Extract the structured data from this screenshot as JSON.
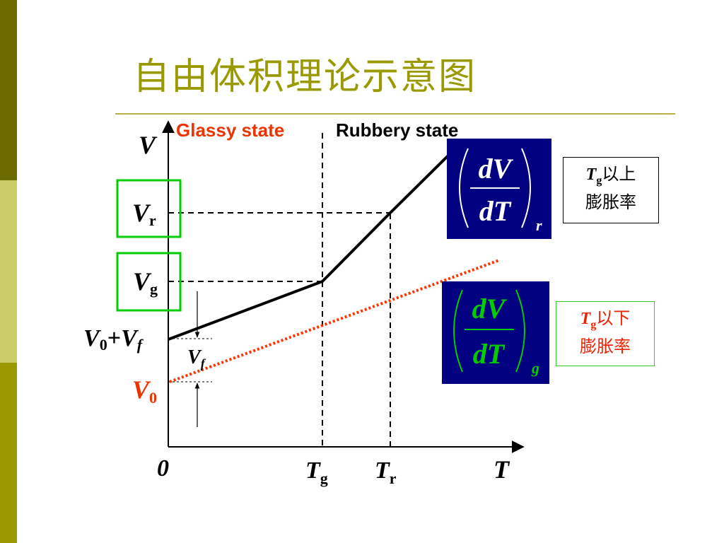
{
  "title": "自由体积理论示意图",
  "colors": {
    "sidebar_dark": "#6b6b00",
    "sidebar_light": "#cccc66",
    "sidebar_mid": "#9a9a00",
    "title": "#9a9a00",
    "rule": "#b8b040",
    "glassy": "#ee3300",
    "box_green": "#00cc00",
    "formula_bg": "#000080",
    "formula_sub_g": "#00cc00",
    "dotted_red": "#ff3300"
  },
  "labels": {
    "glassy_state": "Glassy state",
    "rubbery_state": "Rubbery state",
    "axis_v": "V",
    "axis_t": "T",
    "origin": "0",
    "vr_main": "V",
    "vr_sub": "r",
    "vg_main": "V",
    "vg_sub": "g",
    "v0vf_a": "V",
    "v0vf_a_sub": "0",
    "v0vf_plus": "+",
    "v0vf_b": "V",
    "v0vf_b_sub": "f",
    "vf_main": "V",
    "vf_sub": "f",
    "v0_main": "V",
    "v0_sub": "0",
    "tg_main": "T",
    "tg_sub": "g",
    "tr_main": "T",
    "tr_sub": "r"
  },
  "formula_r": {
    "num": "dV",
    "den": "dT",
    "sub": "r"
  },
  "formula_g": {
    "num": "dV",
    "den": "dT",
    "sub": "g"
  },
  "note_above": {
    "t": "T",
    "sub": "g",
    "line1": "以上",
    "line2": "膨胀率"
  },
  "note_below": {
    "t": "T",
    "sub": "g",
    "line1": "以下",
    "line2": "膨胀率"
  }
}
